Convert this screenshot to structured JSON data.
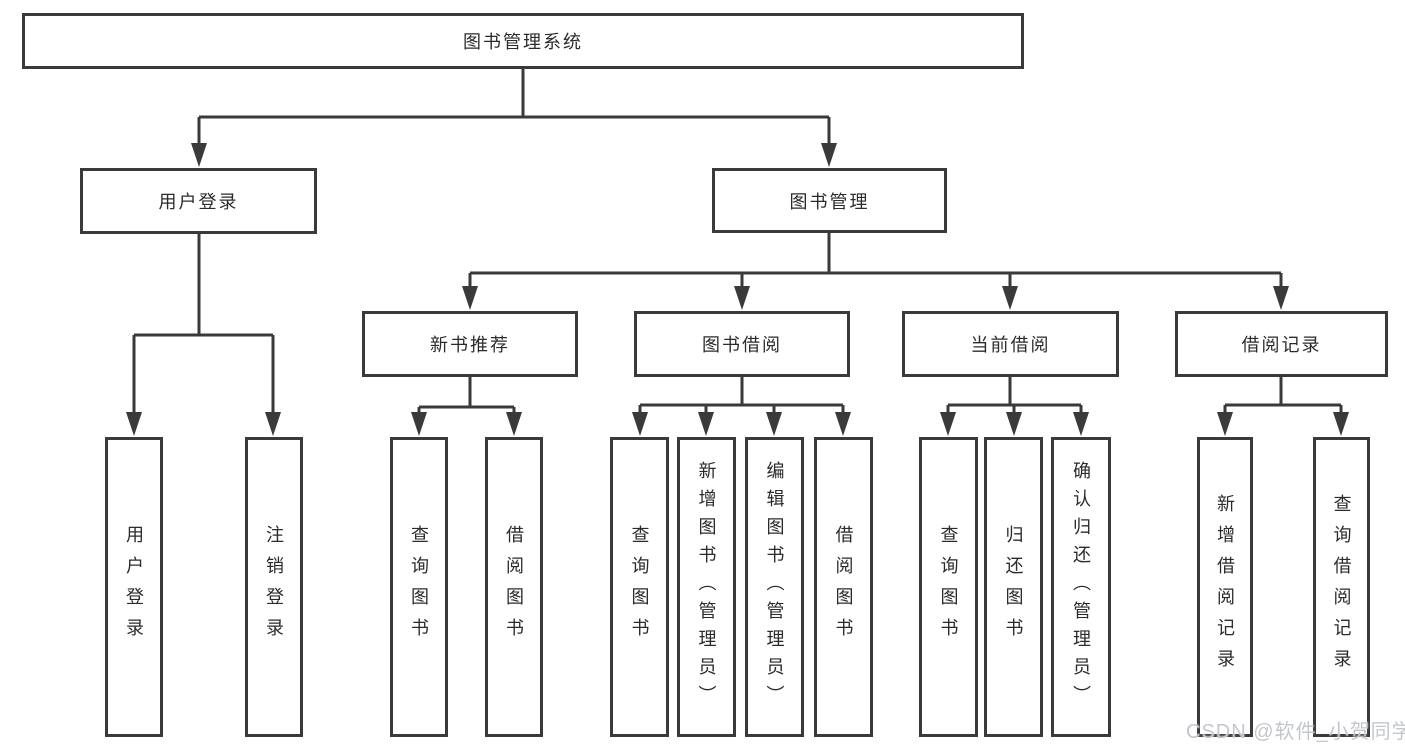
{
  "diagram": {
    "title": "图书管理系统",
    "watermark": "CSDN @软件_小贺同学",
    "colors": {
      "line": "#3a3a3a",
      "text": "#2b2b2b",
      "background": "#ffffff",
      "watermark": "#c3c7cd"
    },
    "nodes": {
      "root": {
        "label": "图书管理系统"
      },
      "user_login": {
        "label": "用户登录"
      },
      "book_mgmt": {
        "label": "图书管理"
      },
      "new_book_rec": {
        "label": "新书推荐"
      },
      "book_borrow": {
        "label": "图书借阅"
      },
      "current_borrow": {
        "label": "当前借阅"
      },
      "borrow_records": {
        "label": "借阅记录"
      },
      "user_login_leaf": {
        "label": "用户登录"
      },
      "logout_leaf": {
        "label": "注销登录"
      },
      "rec_query_books": {
        "label": "查询图书"
      },
      "rec_borrow_books": {
        "label": "借阅图书"
      },
      "bb_query_books": {
        "label": "查询图书"
      },
      "bb_add_books": {
        "label": "新增图书（管理员）"
      },
      "bb_edit_books": {
        "label": "编辑图书（管理员）"
      },
      "bb_borrow_books": {
        "label": "借阅图书"
      },
      "cb_query_books": {
        "label": "查询图书"
      },
      "cb_return_books": {
        "label": "归还图书"
      },
      "cb_confirm_return": {
        "label": "确认归还（管理员）"
      },
      "br_add_record": {
        "label": "新增借阅记录"
      },
      "br_query_record": {
        "label": "查询借阅记录"
      }
    },
    "hierarchy": {
      "root": [
        "user_login",
        "book_mgmt"
      ],
      "user_login": [
        "user_login_leaf",
        "logout_leaf"
      ],
      "book_mgmt": [
        "new_book_rec",
        "book_borrow",
        "current_borrow",
        "borrow_records"
      ],
      "new_book_rec": [
        "rec_query_books",
        "rec_borrow_books"
      ],
      "book_borrow": [
        "bb_query_books",
        "bb_add_books",
        "bb_edit_books",
        "bb_borrow_books"
      ],
      "current_borrow": [
        "cb_query_books",
        "cb_return_books",
        "cb_confirm_return"
      ],
      "borrow_records": [
        "br_add_record",
        "br_query_record"
      ]
    }
  }
}
